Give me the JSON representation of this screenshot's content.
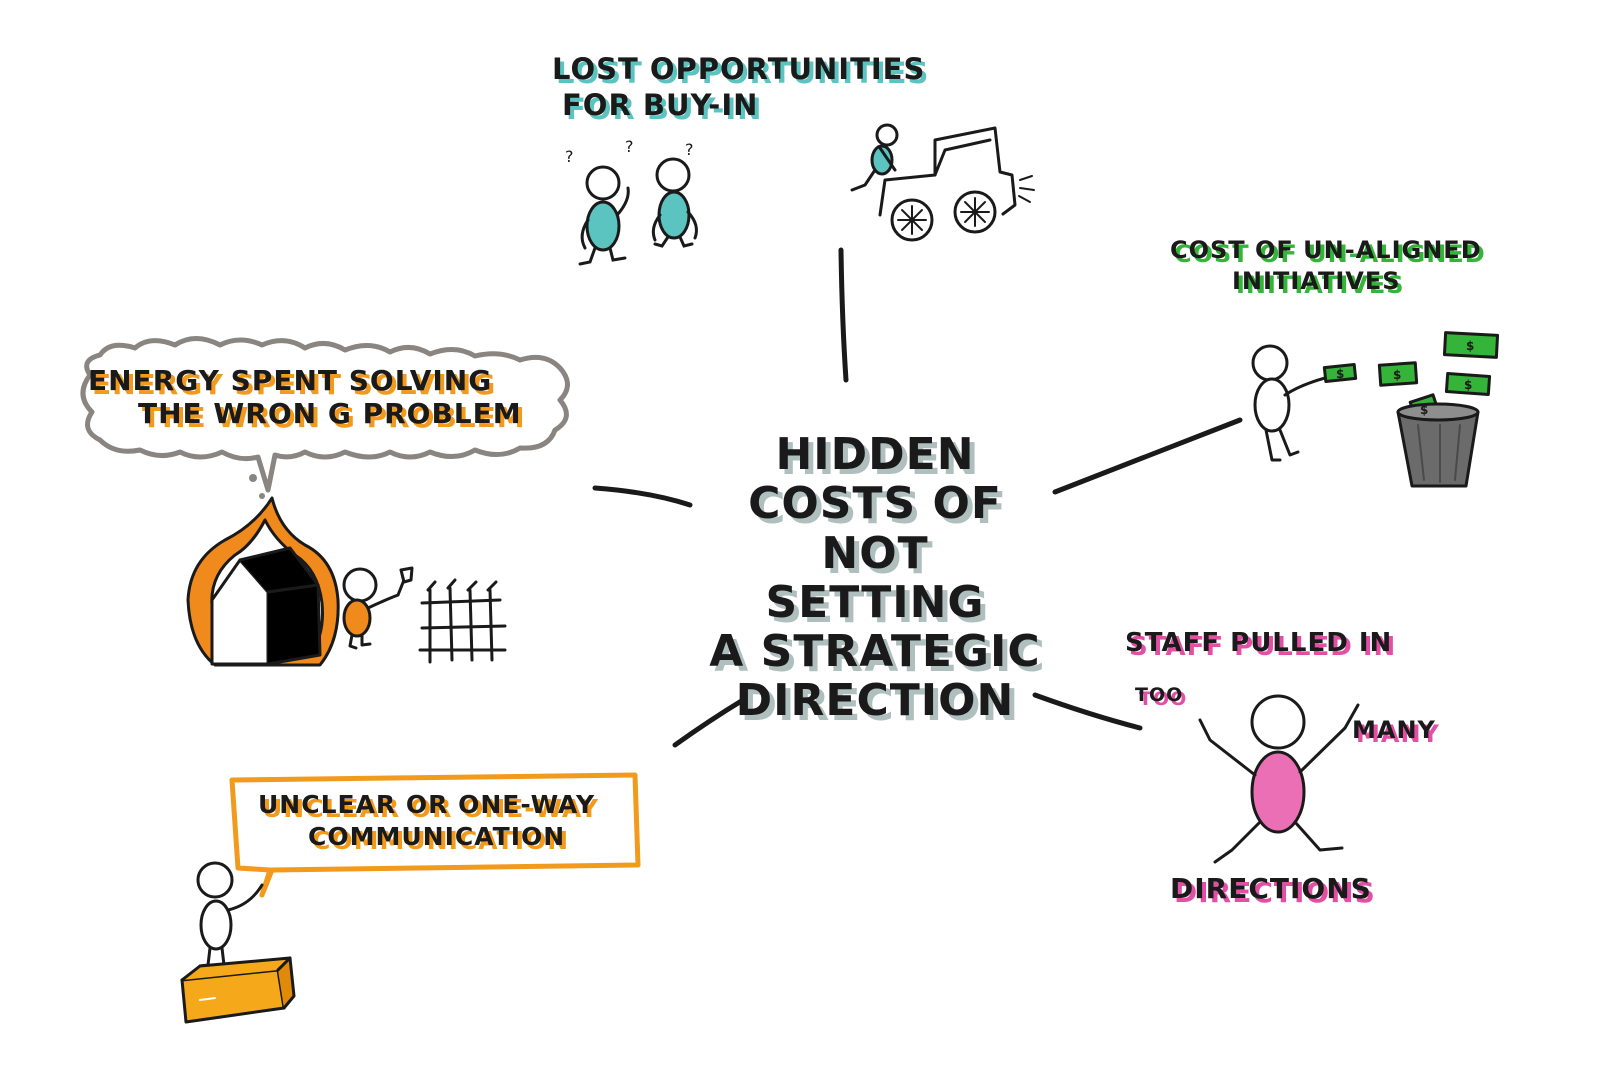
{
  "central_topic": {
    "lines": [
      "HIDDEN",
      "COSTS OF",
      "NOT SETTING",
      "A STRATEGIC",
      "DIRECTION"
    ]
  },
  "branches": {
    "lost_opportunities": {
      "line1": "LOST OPPORTUNITIES",
      "line2": "FOR BUY-IN",
      "color": "#5cc4c0"
    },
    "unaligned_initiatives": {
      "line1": "COST OF UN-ALIGNED",
      "line2": "INITIATIVES",
      "color": "#34b53a"
    },
    "wrong_problem": {
      "line1": "ENERGY SPENT SOLVING",
      "line2": "THE WRON G PROBLEM",
      "color": "#f29a1c"
    },
    "communication": {
      "line1": "UNCLEAR OR ONE-WAY",
      "line2": "COMMUNICATION",
      "color": "#f29a1c"
    },
    "staff_pulled": {
      "line1": "STAFF PULLED IN",
      "too": "TOO",
      "many": "MANY",
      "directions": "DIRECTIONS",
      "color": "#e44fa6"
    }
  },
  "icons": {
    "money_symbol": "$",
    "question_mark": "?"
  }
}
